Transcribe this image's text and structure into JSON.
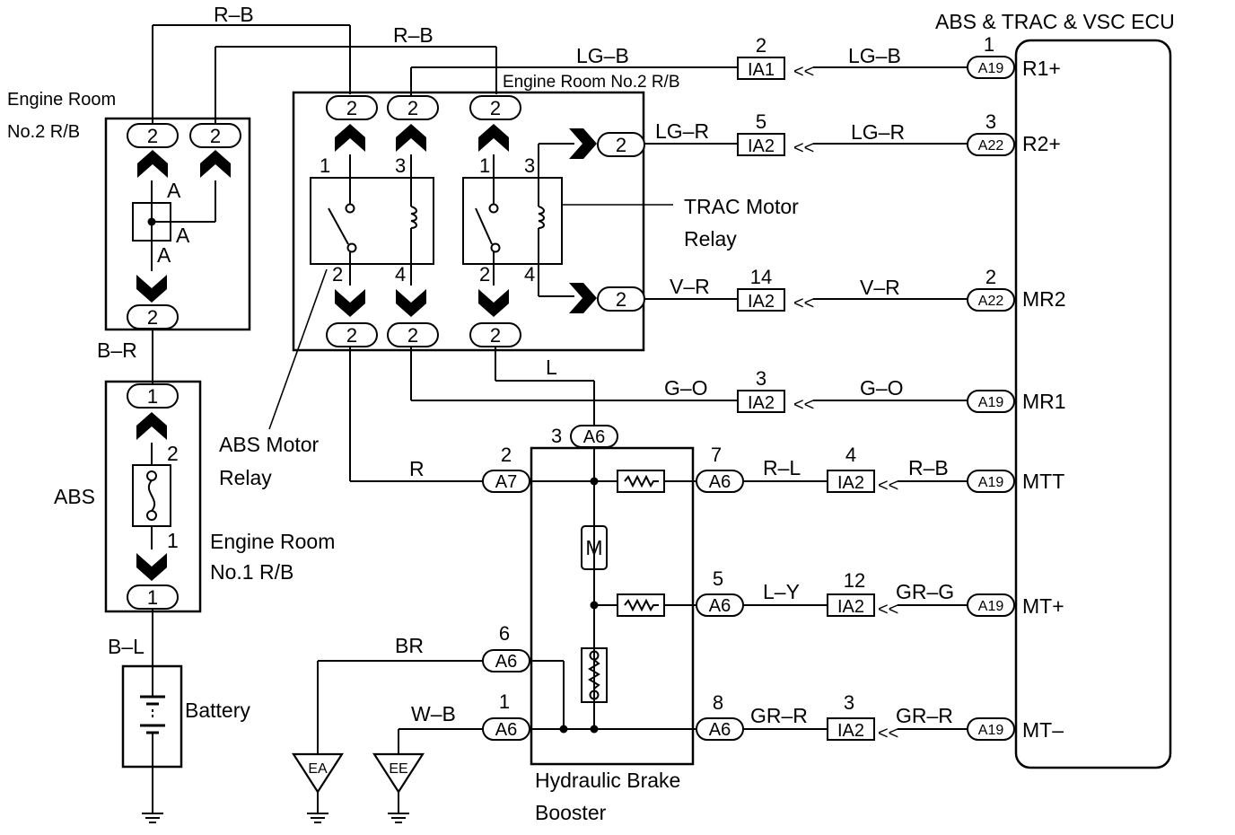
{
  "labels": {
    "ecu_title": "ABS & TRAC & VSC ECU",
    "rb2_left_line1": "Engine Room",
    "rb2_left_line2": "No.2 R/B",
    "rb2_top": "Engine Room No.2 R/B",
    "trac_relay_line1": "TRAC Motor",
    "trac_relay_line2": "Relay",
    "abs_relay_line1": "ABS Motor",
    "abs_relay_line2": "Relay",
    "abs_fuse": "ABS",
    "rb1_line1": "Engine Room",
    "rb1_line2": "No.1 R/B",
    "battery": "Battery",
    "booster_line1": "Hydraulic Brake",
    "booster_line2": "Booster",
    "ground_ea": "EA",
    "ground_ee": "EE",
    "junction_a1": "A",
    "junction_a2": "A",
    "junction_a3": "A"
  },
  "wires": {
    "rb_top1": "R–B",
    "rb_top2": "R–B",
    "br_b_r": "B–R",
    "b_l": "B–L",
    "l": "L",
    "r": "R",
    "br": "BR",
    "w_b": "W–B",
    "lgb_left": "LG–B",
    "lgb_right": "LG–B",
    "lgr_left": "LG–R",
    "lgr_right": "LG–R",
    "vr_left": "V–R",
    "vr_right": "V–R",
    "go_left": "G–O",
    "go_right": "G–O",
    "rl": "R–L",
    "rb_mtt": "R–B",
    "ly": "L–Y",
    "grg": "GR–G",
    "grr_left": "GR–R",
    "grr_right": "GR–R"
  },
  "ecu_terminals": [
    {
      "name": "R1+",
      "connector": "A19",
      "pin": "1"
    },
    {
      "name": "R2+",
      "connector": "A22",
      "pin": "3"
    },
    {
      "name": "MR2",
      "connector": "A22",
      "pin": "2"
    },
    {
      "name": "MR1",
      "connector": "A19",
      "pin": ""
    },
    {
      "name": "MTT",
      "connector": "A19",
      "pin": ""
    },
    {
      "name": "MT+",
      "connector": "A19",
      "pin": ""
    },
    {
      "name": "MT–",
      "connector": "A19",
      "pin": ""
    }
  ],
  "junctions": [
    {
      "connector": "IA1",
      "pin": "2"
    },
    {
      "connector": "IA2",
      "pin": "5"
    },
    {
      "connector": "IA2",
      "pin": "14"
    },
    {
      "connector": "IA2",
      "pin": "3"
    },
    {
      "connector": "IA2",
      "pin": "4"
    },
    {
      "connector": "IA2",
      "pin": "12"
    },
    {
      "connector": "IA2",
      "pin": "3"
    }
  ],
  "booster_connectors": {
    "a7": {
      "connector": "A7",
      "pin": "2"
    },
    "a6_top": {
      "connector": "A6",
      "pin": "3"
    },
    "a6_mtt": {
      "connector": "A6",
      "pin": "7"
    },
    "a6_mtplus": {
      "connector": "A6",
      "pin": "5"
    },
    "a6_mtminus": {
      "connector": "A6",
      "pin": "8"
    },
    "a6_br": {
      "connector": "A6",
      "pin": "6"
    },
    "a6_wb": {
      "connector": "A6",
      "pin": "1"
    }
  },
  "capsule_pins": {
    "two": "2",
    "one": "1"
  },
  "relay_pins": {
    "p1": "1",
    "p2": "2",
    "p3": "3",
    "p4": "4"
  },
  "fuse_pins": {
    "top": "2",
    "bottom": "1"
  }
}
